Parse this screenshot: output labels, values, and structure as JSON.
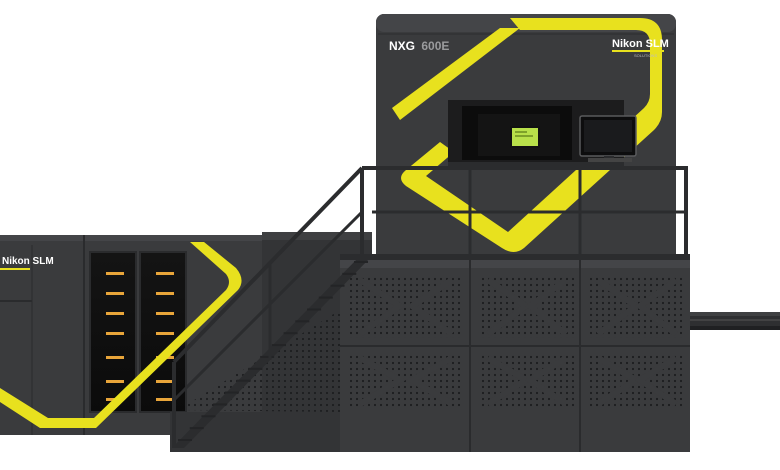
{
  "machine": {
    "model_prefix": "NXG",
    "model_suffix": "600E",
    "brand": "Nikon SLM",
    "brand_tagline": "SOLUTIONS",
    "side_brand": "Nikon SLM"
  },
  "colors": {
    "body": "#3a3b3d",
    "body_dark": "#2b2c2e",
    "accent": "#e8e11e",
    "screen_green": "#b8e04a",
    "amber": "#e8a53a"
  }
}
